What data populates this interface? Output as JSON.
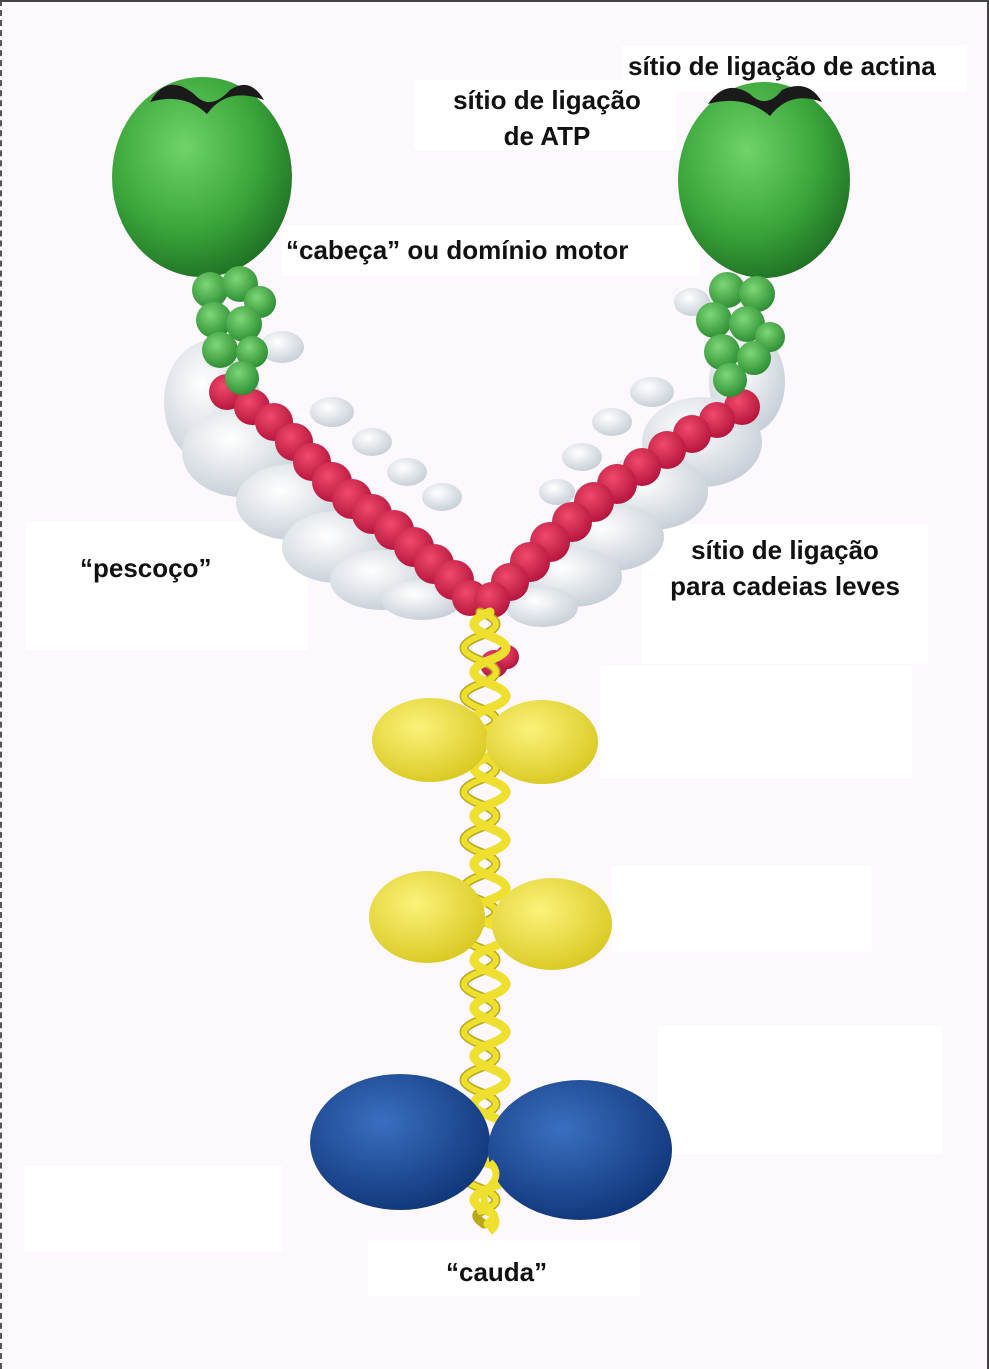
{
  "labels": {
    "actin_site": "sítio de ligação de actina",
    "atp_site_line1": "sítio de ligação",
    "atp_site_line2": "de ATP",
    "head": "“cabeça” ou domínio motor",
    "neck": "“pescoço”",
    "light_chain_line1": "sítio de ligação",
    "light_chain_line2": "para cadeias leves",
    "tail": "“cauda”"
  },
  "colors": {
    "motor_head": "#3daa3d",
    "heavy_chain_neck": "#d81e48",
    "light_chains": "#e8edf3",
    "coiled_coil": "#f2e437",
    "yellow_domains": "#eee23a",
    "tail_domains": "#1d4f9c",
    "background": "#fdf8fd"
  }
}
